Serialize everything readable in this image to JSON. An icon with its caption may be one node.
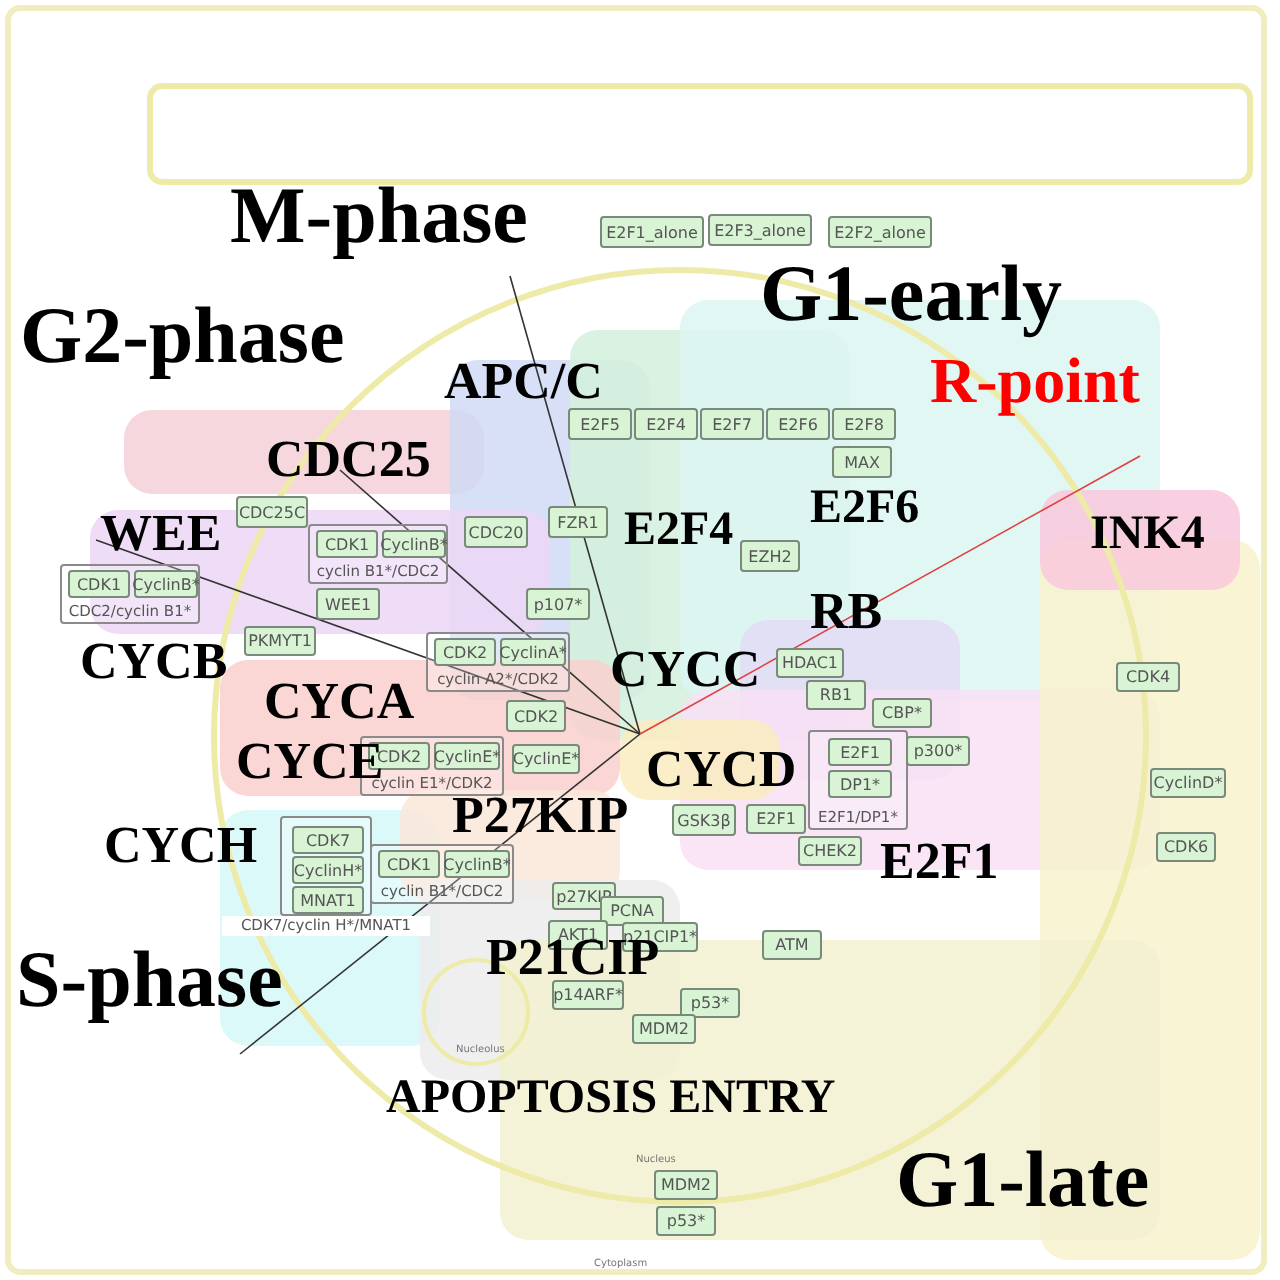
{
  "diagram": {
    "nodes": [
      {
        "text": [
          "E2F1_alone"
        ]
      },
      {
        "text": [
          "E2F3_alone"
        ]
      },
      {
        "text": [
          "E2F2_alone"
        ]
      },
      {
        "text": [
          "E2F5"
        ]
      },
      {
        "text": [
          "E2F4"
        ]
      },
      {
        "text": [
          "E2F7"
        ]
      },
      {
        "text": [
          "E2F6"
        ]
      },
      {
        "text": [
          "E2F8"
        ]
      },
      {
        "text": [
          "MAX"
        ]
      },
      {
        "text": [
          "EZH2"
        ]
      },
      {
        "text": [
          "FZR1"
        ]
      },
      {
        "text": [
          "CDC20"
        ]
      },
      {
        "text": [
          "CDC25C"
        ]
      },
      {
        "text": [
          "cyclin B1*/CDC2"
        ]
      },
      {
        "text": [
          "CDK1"
        ],
        "in": 13
      },
      {
        "text": [
          "CyclinB*"
        ],
        "in": 13
      },
      {
        "text": [
          "CDC2/cyclin B1*"
        ]
      },
      {
        "text": [
          "CDK1"
        ],
        "in": 16
      },
      {
        "text": [
          "CyclinB*"
        ],
        "in": 16
      },
      {
        "text": [
          "PKMYT1"
        ]
      },
      {
        "text": [
          "WEE1"
        ]
      },
      {
        "text": [
          "p107*"
        ]
      },
      {
        "text": [
          "cyclin A2*/CDK2"
        ]
      },
      {
        "text": [
          "CDK2"
        ],
        "in": 22
      },
      {
        "text": [
          "CyclinA*"
        ],
        "in": 22
      },
      {
        "text": [
          "CDK2"
        ]
      },
      {
        "text": [
          "cyclin E1*/CDK2"
        ]
      },
      {
        "text": [
          "CDK2"
        ],
        "in": 26
      },
      {
        "text": [
          "CyclinE*"
        ],
        "in": 26
      },
      {
        "text": [
          "CyclinE*"
        ]
      },
      {
        "text": [
          "GSK3β"
        ]
      },
      {
        "text": [
          "CDK7/cyclin H*/MNAT1"
        ]
      },
      {
        "text": [
          "CDK7"
        ],
        "in": 31
      },
      {
        "text": [
          "CyclinH*"
        ],
        "in": 31
      },
      {
        "text": [
          "MNAT1"
        ],
        "in": 31
      },
      {
        "text": [
          "cyclin B1*/CDC2"
        ]
      },
      {
        "text": [
          "CDK1"
        ],
        "in": 35
      },
      {
        "text": [
          "CyclinB*"
        ],
        "in": 35
      },
      {
        "text": [
          "p27KIP"
        ]
      },
      {
        "text": [
          "PCNA"
        ]
      },
      {
        "text": [
          "AKT1"
        ]
      },
      {
        "text": [
          "p21CIP1*"
        ]
      },
      {
        "text": [
          "p14ARF*"
        ]
      },
      {
        "text": [
          "p53*"
        ]
      },
      {
        "text": [
          "MDM2"
        ]
      },
      {
        "text": [
          "ATM"
        ]
      },
      {
        "text": [
          "HDAC1"
        ]
      },
      {
        "text": [
          "RB1"
        ]
      },
      {
        "text": [
          "CBP*"
        ]
      },
      {
        "text": [
          "p300*"
        ]
      },
      {
        "text": [
          "E2F1/DP1*"
        ]
      },
      {
        "text": [
          "E2F1"
        ],
        "in": 50
      },
      {
        "text": [
          "DP1*"
        ],
        "in": 50
      },
      {
        "text": [
          "E2F1"
        ]
      },
      {
        "text": [
          "CHEK2"
        ]
      },
      {
        "text": [
          "CDK4"
        ]
      },
      {
        "text": [
          "CyclinD*"
        ]
      },
      {
        "text": [
          "CDK6"
        ]
      },
      {
        "text": [
          "MDM2"
        ]
      },
      {
        "text": [
          "p53*"
        ]
      }
    ],
    "labels": [
      "M-phase",
      "G1-early",
      "G2-phase",
      "APC/C",
      "R-point",
      "CDC25",
      "WEE",
      "E2F4",
      "E2F6",
      "INK4",
      "RB",
      "CYCB",
      "CYCA",
      "CYCC",
      "CYCE",
      "CYCD",
      "CYCH",
      "P27KIP",
      "E2F1",
      "S-phase",
      "P21CIP",
      "Nucleolus",
      "APOPTOSIS ENTRY",
      "Nucleus",
      "G1-late",
      "Cytoplasm"
    ]
  }
}
